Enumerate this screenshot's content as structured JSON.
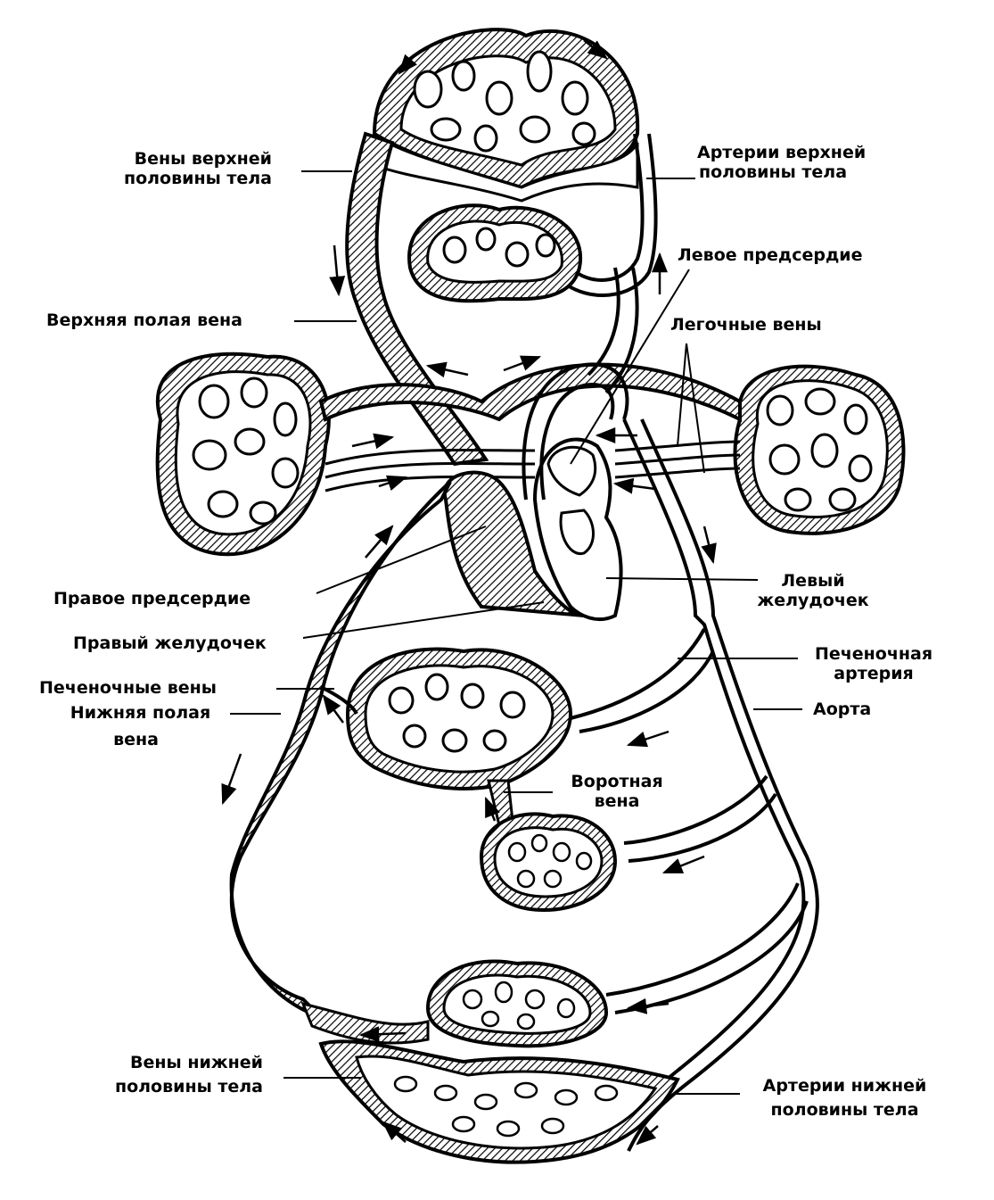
{
  "labels": {
    "veins_upper": [
      "Вены верхней",
      "половины тела"
    ],
    "arteries_upper": [
      "Артерии верхней",
      "половины тела"
    ],
    "left_atrium": "Левое предсердие",
    "superior_vena_cava": "Верхняя полая вена",
    "pulmonary_veins": "Легочные вены",
    "right_atrium": "Правое предсердие",
    "left_ventricle": [
      "Левый",
      "желудочек"
    ],
    "right_ventricle": "Правый желудочек",
    "hepatic_artery": [
      "Печеночная",
      "артерия"
    ],
    "hepatic_veins": "Печеночные вены",
    "inferior_vena_cava": [
      "Нижняя полая",
      "вена"
    ],
    "aorta": "Аорта",
    "portal_vein": [
      "Воротная",
      "вена"
    ],
    "veins_lower": [
      "Вены нижней",
      "половины тела"
    ],
    "arteries_lower": [
      "Артерии нижней",
      "половины тела"
    ]
  },
  "colors": {
    "ink": "#000000",
    "paper": "#ffffff"
  }
}
